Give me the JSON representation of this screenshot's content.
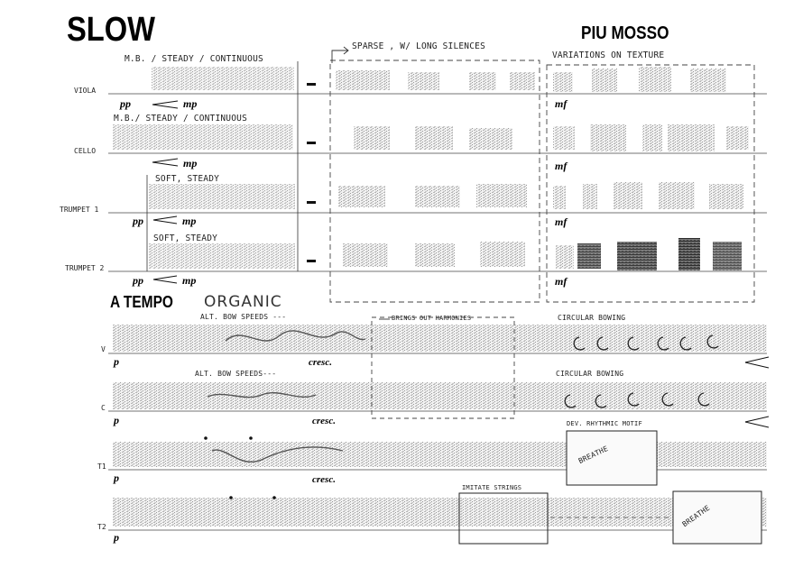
{
  "sections": {
    "slow": "SLOW",
    "piu_mosso": "PIU MOSSO",
    "a_tempo": "A TEMPO",
    "organic": "ORGANIC"
  },
  "instruments": {
    "viola": "VIOLA",
    "cello": "CELLO",
    "trumpet1": "TRUMPET 1",
    "trumpet2": "TRUMPET 2",
    "v": "V",
    "c": "C",
    "t1": "T1",
    "t2": "T2"
  },
  "directions": {
    "viola": "M.B. / STEADY / CONTINUOUS",
    "cello": "M.B./ STEADY / CONTINUOUS",
    "trumpet1": "SOFT, STEADY",
    "trumpet2": "SOFT, STEADY",
    "sparse": "SPARSE , W/ LONG SILENCES",
    "variations": "VARIATIONS ON TEXTURE",
    "alt_bow_v": "ALT. BOW SPEEDS ---",
    "alt_bow_c": "ALT. BOW SPEEDS---",
    "brings_out": "BRINGS OUT HARMONIES",
    "circular_v": "CIRCULAR BOWING",
    "circular_c": "CIRCULAR BOWING",
    "dev_motif": "DEV. RHYTHMIC MOTIF",
    "imitate": "IMITATE STRINGS",
    "breathe": "BREATHE"
  },
  "dynamics": {
    "pp": "pp",
    "mp": "mp",
    "mf": "mf",
    "p": "p",
    "cresc": "cresc."
  },
  "colors": {
    "ink": "#111111",
    "pencil": "#555555",
    "paper": "#ffffff"
  }
}
